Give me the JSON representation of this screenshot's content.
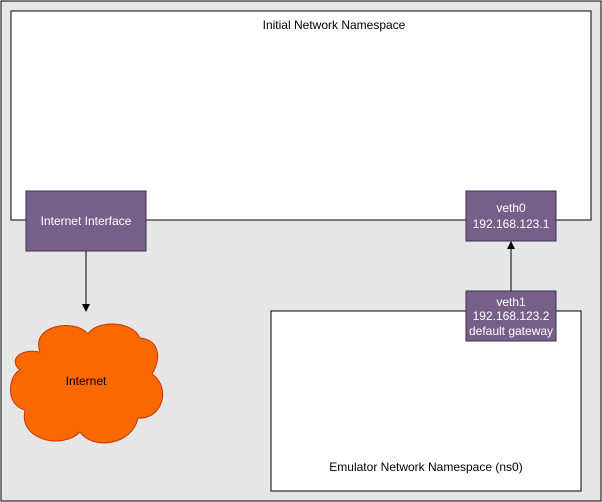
{
  "colors": {
    "background": "#e6e6e6",
    "namespace_fill": "#ffffff",
    "border": "#000000",
    "interface_fill": "#76608a",
    "interface_border": "#432d57",
    "interface_text": "#ffffff",
    "cloud_fill": "#fa6800",
    "cloud_border": "#c73500",
    "text": "#000000"
  },
  "namespaces": {
    "initial": {
      "label": "Initial Network Namespace"
    },
    "emulator": {
      "label": "Emulator Network Namespace (ns0)"
    }
  },
  "interfaces": {
    "internet_interface": {
      "label": "Internet Interface"
    },
    "veth0": {
      "line1": "veth0",
      "line2": "192.168.123.1"
    },
    "veth1": {
      "line1": "veth1",
      "line2": "192.168.123.2",
      "line3": "default gateway"
    }
  },
  "internet": {
    "label": "Internet",
    "icon": "cloud-icon"
  },
  "edges": [
    {
      "from": "internet_interface",
      "to": "internet"
    },
    {
      "from": "veth1",
      "to": "veth0"
    }
  ]
}
